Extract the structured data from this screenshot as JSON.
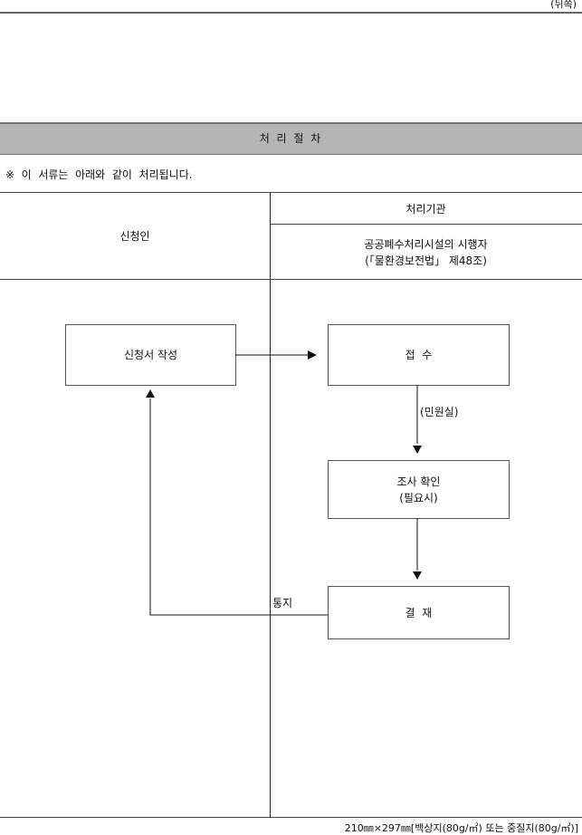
{
  "page_label": "(뒤쪽)",
  "section_title": "처 리 절 차",
  "notice": "※  이  서류는  아래와  같이  처리됩니다.",
  "table": {
    "applicant_header": "신청인",
    "agency_header": "처리기관",
    "agency_name_line1": "공공폐수처리시설의 시행자",
    "agency_name_line2": "(「물환경보전법」 제48조)"
  },
  "flow": {
    "write_application": "신청서 작성",
    "receipt": "접  수",
    "civil_office": "(민원실)",
    "review_line1": "조사 확인",
    "review_line2": "(필요시)",
    "approval": "결  재",
    "notify": "통지"
  },
  "footer": "210㎜×297㎜[백상지(80g/㎡) 또는 중질지(80g/㎡)]"
}
